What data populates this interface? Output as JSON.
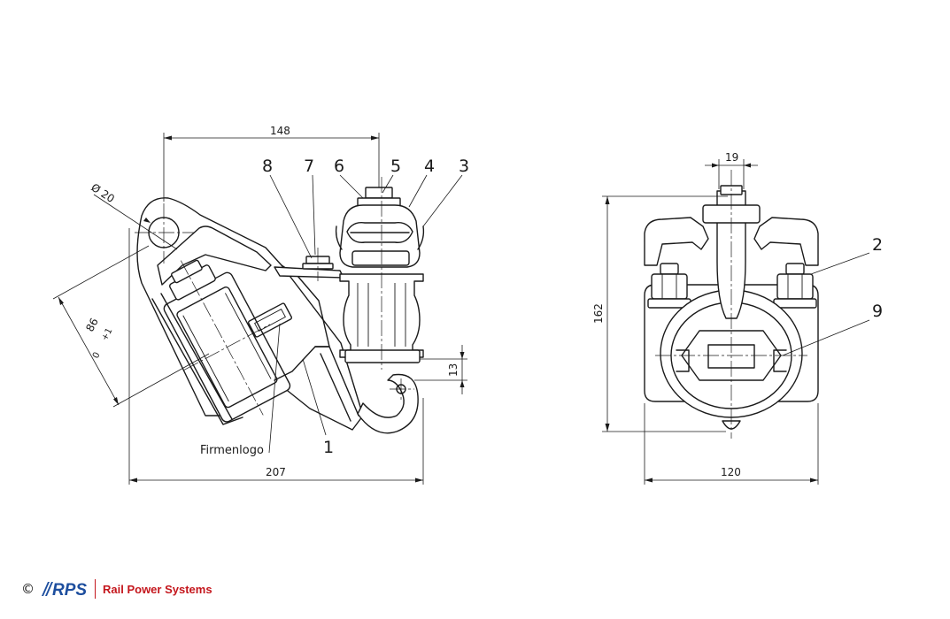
{
  "dimensions": {
    "left_width_top": "148",
    "hole_diameter": "Ø 20",
    "angled": "86",
    "angled_tol_upper": "+1",
    "angled_tol_lower": "0",
    "hook_offset": "13",
    "left_width_bottom": "207",
    "right_top": "19",
    "right_height": "162",
    "right_width": "120"
  },
  "part_numbers": {
    "p1": "1",
    "p2": "2",
    "p3": "3",
    "p4": "4",
    "p5": "5",
    "p6": "6",
    "p7": "7",
    "p8": "8",
    "p9": "9"
  },
  "labels": {
    "firmenlogo": "Firmenlogo"
  },
  "footer": {
    "copyright": "©",
    "logo_text": "RPS",
    "company": "Rail Power Systems"
  },
  "colors": {
    "brand_blue": "#1d4e9e",
    "brand_red": "#c4161c",
    "line": "#1a1a1a"
  }
}
